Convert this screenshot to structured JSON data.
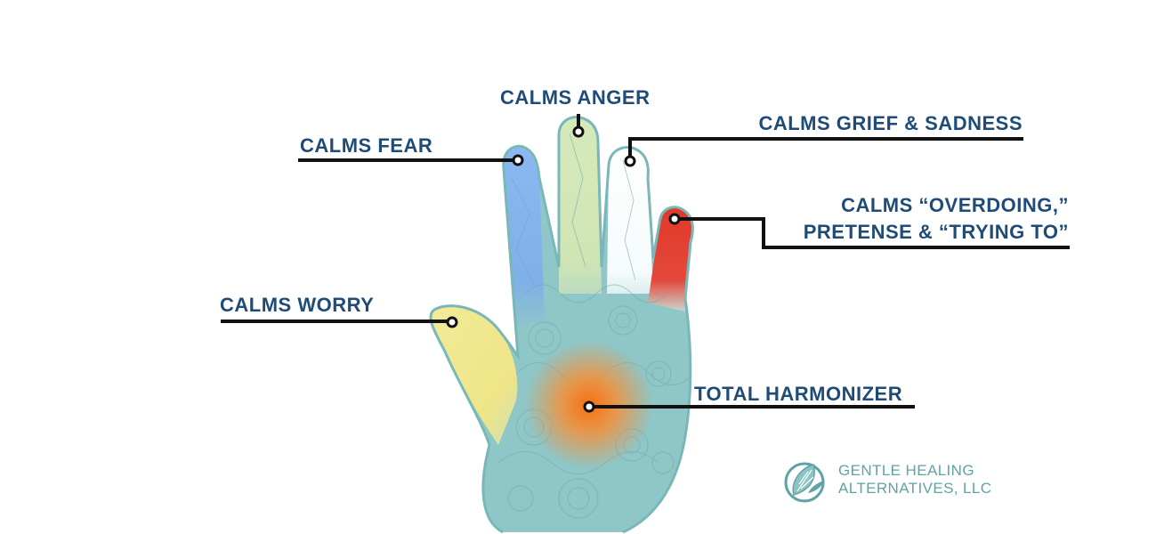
{
  "labels": {
    "fear": "CALMS FEAR",
    "anger": "CALMS ANGER",
    "grief": "CALMS GRIEF & SADNESS",
    "overdoing_line1": "CALMS “OVERDOING,”",
    "overdoing_line2": "PRETENSE & “TRYING TO”",
    "worry": "CALMS WORRY",
    "harmonizer": "TOTAL HARMONIZER"
  },
  "brand": {
    "line1": "GENTLE HEALING",
    "line2": "ALTERNATIVES, LLC",
    "logo": "lotus-leaf-logo-icon"
  },
  "colors": {
    "label_text": "#1e4b77",
    "hand_base": "#8fc6c7",
    "hand_outline": "#7ab7b8",
    "pinky": "#7fb0e8",
    "ring": "#cfe3b0",
    "middle": "#ffffff",
    "index": "#e0392a",
    "thumb": "#f0e68a",
    "palm_center": "#ff7a1a",
    "brand": "#5fa3a6",
    "leader": "#111111"
  }
}
